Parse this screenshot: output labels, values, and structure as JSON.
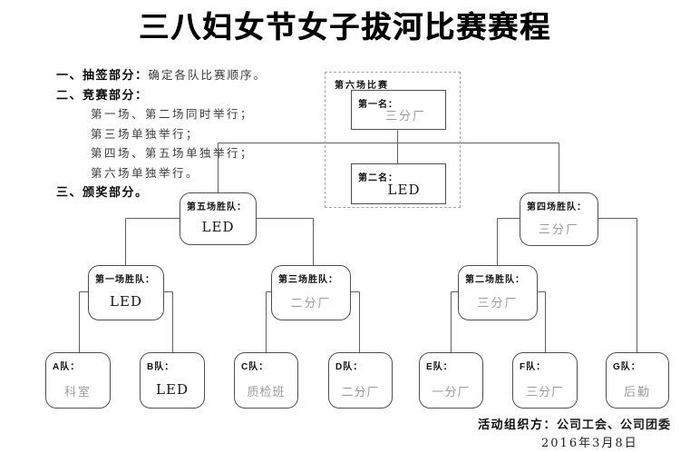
{
  "title": "三八妇女节女子拔河比赛赛程",
  "notes": {
    "section1": "一、抽签部分：",
    "section1_text": "确定各队比赛顺序。",
    "section2": "二、竞赛部分：",
    "schedule": [
      "第一场、第二场同时举行；",
      "第三场单独举行；",
      "第四场、第五场单独举行；",
      "第六场单独举行。"
    ],
    "section3": "三、颁奖部分。"
  },
  "final_group": {
    "label": "第六场比赛",
    "first_label": "第一名：",
    "first_value": "三分厂",
    "second_label": "第二名：",
    "second_value": "LED"
  },
  "matches": {
    "m5": {
      "label": "第五场胜队：",
      "value": "LED"
    },
    "m4": {
      "label": "第四场胜队：",
      "value": "三分厂"
    },
    "m1": {
      "label": "第一场胜队：",
      "value": "LED"
    },
    "m3": {
      "label": "第三场胜队：",
      "value": "二分厂"
    },
    "m2": {
      "label": "第二场胜队：",
      "value": "三分厂"
    }
  },
  "teams": [
    {
      "label": "A队：",
      "value": "科室"
    },
    {
      "label": "B队：",
      "value": "LED"
    },
    {
      "label": "C队：",
      "value": "质检班"
    },
    {
      "label": "D队：",
      "value": "二分厂"
    },
    {
      "label": "E队：",
      "value": "一分厂"
    },
    {
      "label": "F队：",
      "value": "三分厂"
    },
    {
      "label": "G队：",
      "value": "后勤"
    }
  ],
  "footer": {
    "organizer_label": "活动组织方：",
    "organizer_value": "公司工会、公司团委",
    "date": "2016年3月8日"
  },
  "colors": {
    "connector_line": "#606060",
    "box_border": "#4f4f4f",
    "dashed_border": "#a3a3a3",
    "muted_value": "#9c9c9c",
    "text": "#000000",
    "background": "#ffffff"
  }
}
